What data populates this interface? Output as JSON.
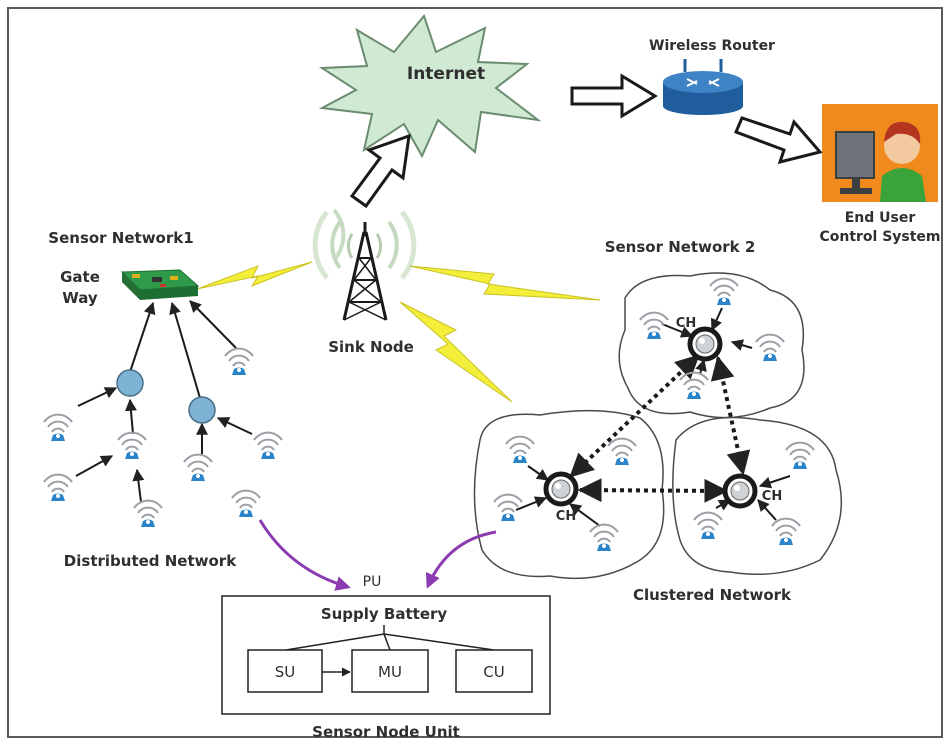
{
  "labels": {
    "internet": "Internet",
    "wireless_router": "Wireless Router",
    "end_user_line1": "End User",
    "end_user_line2": "Control System",
    "sensor_network1": "Sensor Network1",
    "gateway_line1": "Gate",
    "gateway_line2": "Way",
    "sink_node": "Sink Node",
    "sensor_network2": "Sensor Network 2",
    "distributed_network": "Distributed Network",
    "clustered_network": "Clustered Network",
    "ch": "CH",
    "pu": "PU",
    "supply_battery": "Supply Battery",
    "su": "SU",
    "mu": "MU",
    "cu": "CU",
    "sensor_node_unit": "Sensor Node Unit"
  },
  "icons": [
    "internet-burst-icon",
    "wireless-router-icon",
    "end-user-icon",
    "gateway-board-icon",
    "sink-tower-icon",
    "sensor-node-icon",
    "relay-node-icon",
    "cluster-head-icon",
    "lightning-link-icon"
  ],
  "colors": {
    "burst_fill": "#cfe9d2",
    "router_blue": "#2f6fb5",
    "lightning_yellow": "#f2ee3a",
    "sensor_blue": "#2a84c9",
    "relay_blue": "#7fb3d6",
    "purple_arrow": "#8a3cb0",
    "monitor_orange": "#f08a1c"
  }
}
